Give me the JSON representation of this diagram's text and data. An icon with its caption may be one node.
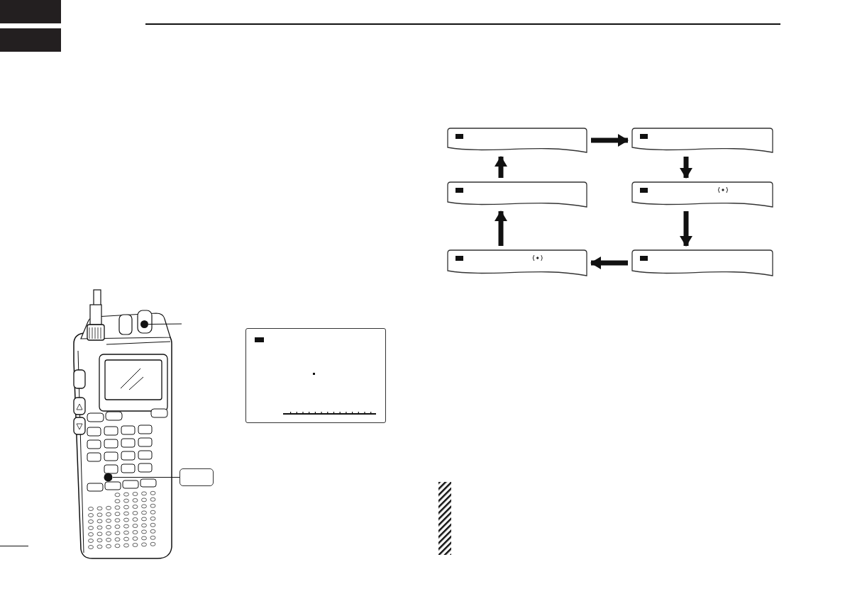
{
  "diagram": {
    "nodes": [
      {
        "text": [],
        "shape": "box"
      },
      {
        "text": [],
        "shape": "box"
      },
      {
        "text": [],
        "shape": "box"
      },
      {
        "text": [],
        "shape": "box"
      },
      {
        "text": [],
        "shape": "box"
      },
      {
        "text": [],
        "shape": "box"
      },
      {
        "text": [],
        "shape": "picture"
      },
      {
        "text": [],
        "shape": "circle"
      },
      {
        "text": [],
        "shape": "circle",
        "in": 6
      },
      {
        "text": [],
        "shape": "box"
      },
      {
        "text": [],
        "shape": "box"
      },
      {
        "text": [],
        "shape": "box"
      },
      {
        "text": [],
        "shape": "box"
      },
      {
        "text": [],
        "shape": "bar"
      }
    ],
    "edges": [
      {
        "from": 0,
        "to": 1,
        "arrow": "to"
      },
      {
        "from": 1,
        "to": 3,
        "arrow": "to"
      },
      {
        "from": 3,
        "to": 5,
        "arrow": "to"
      },
      {
        "from": 5,
        "to": 4,
        "arrow": "to"
      },
      {
        "from": 4,
        "to": 2,
        "arrow": "to"
      },
      {
        "from": 2,
        "to": 0,
        "arrow": "to"
      },
      {
        "from": 10,
        "to": 8,
        "arrow": "none"
      },
      {
        "from": 7,
        "to": null,
        "arrow": "none"
      }
    ]
  }
}
